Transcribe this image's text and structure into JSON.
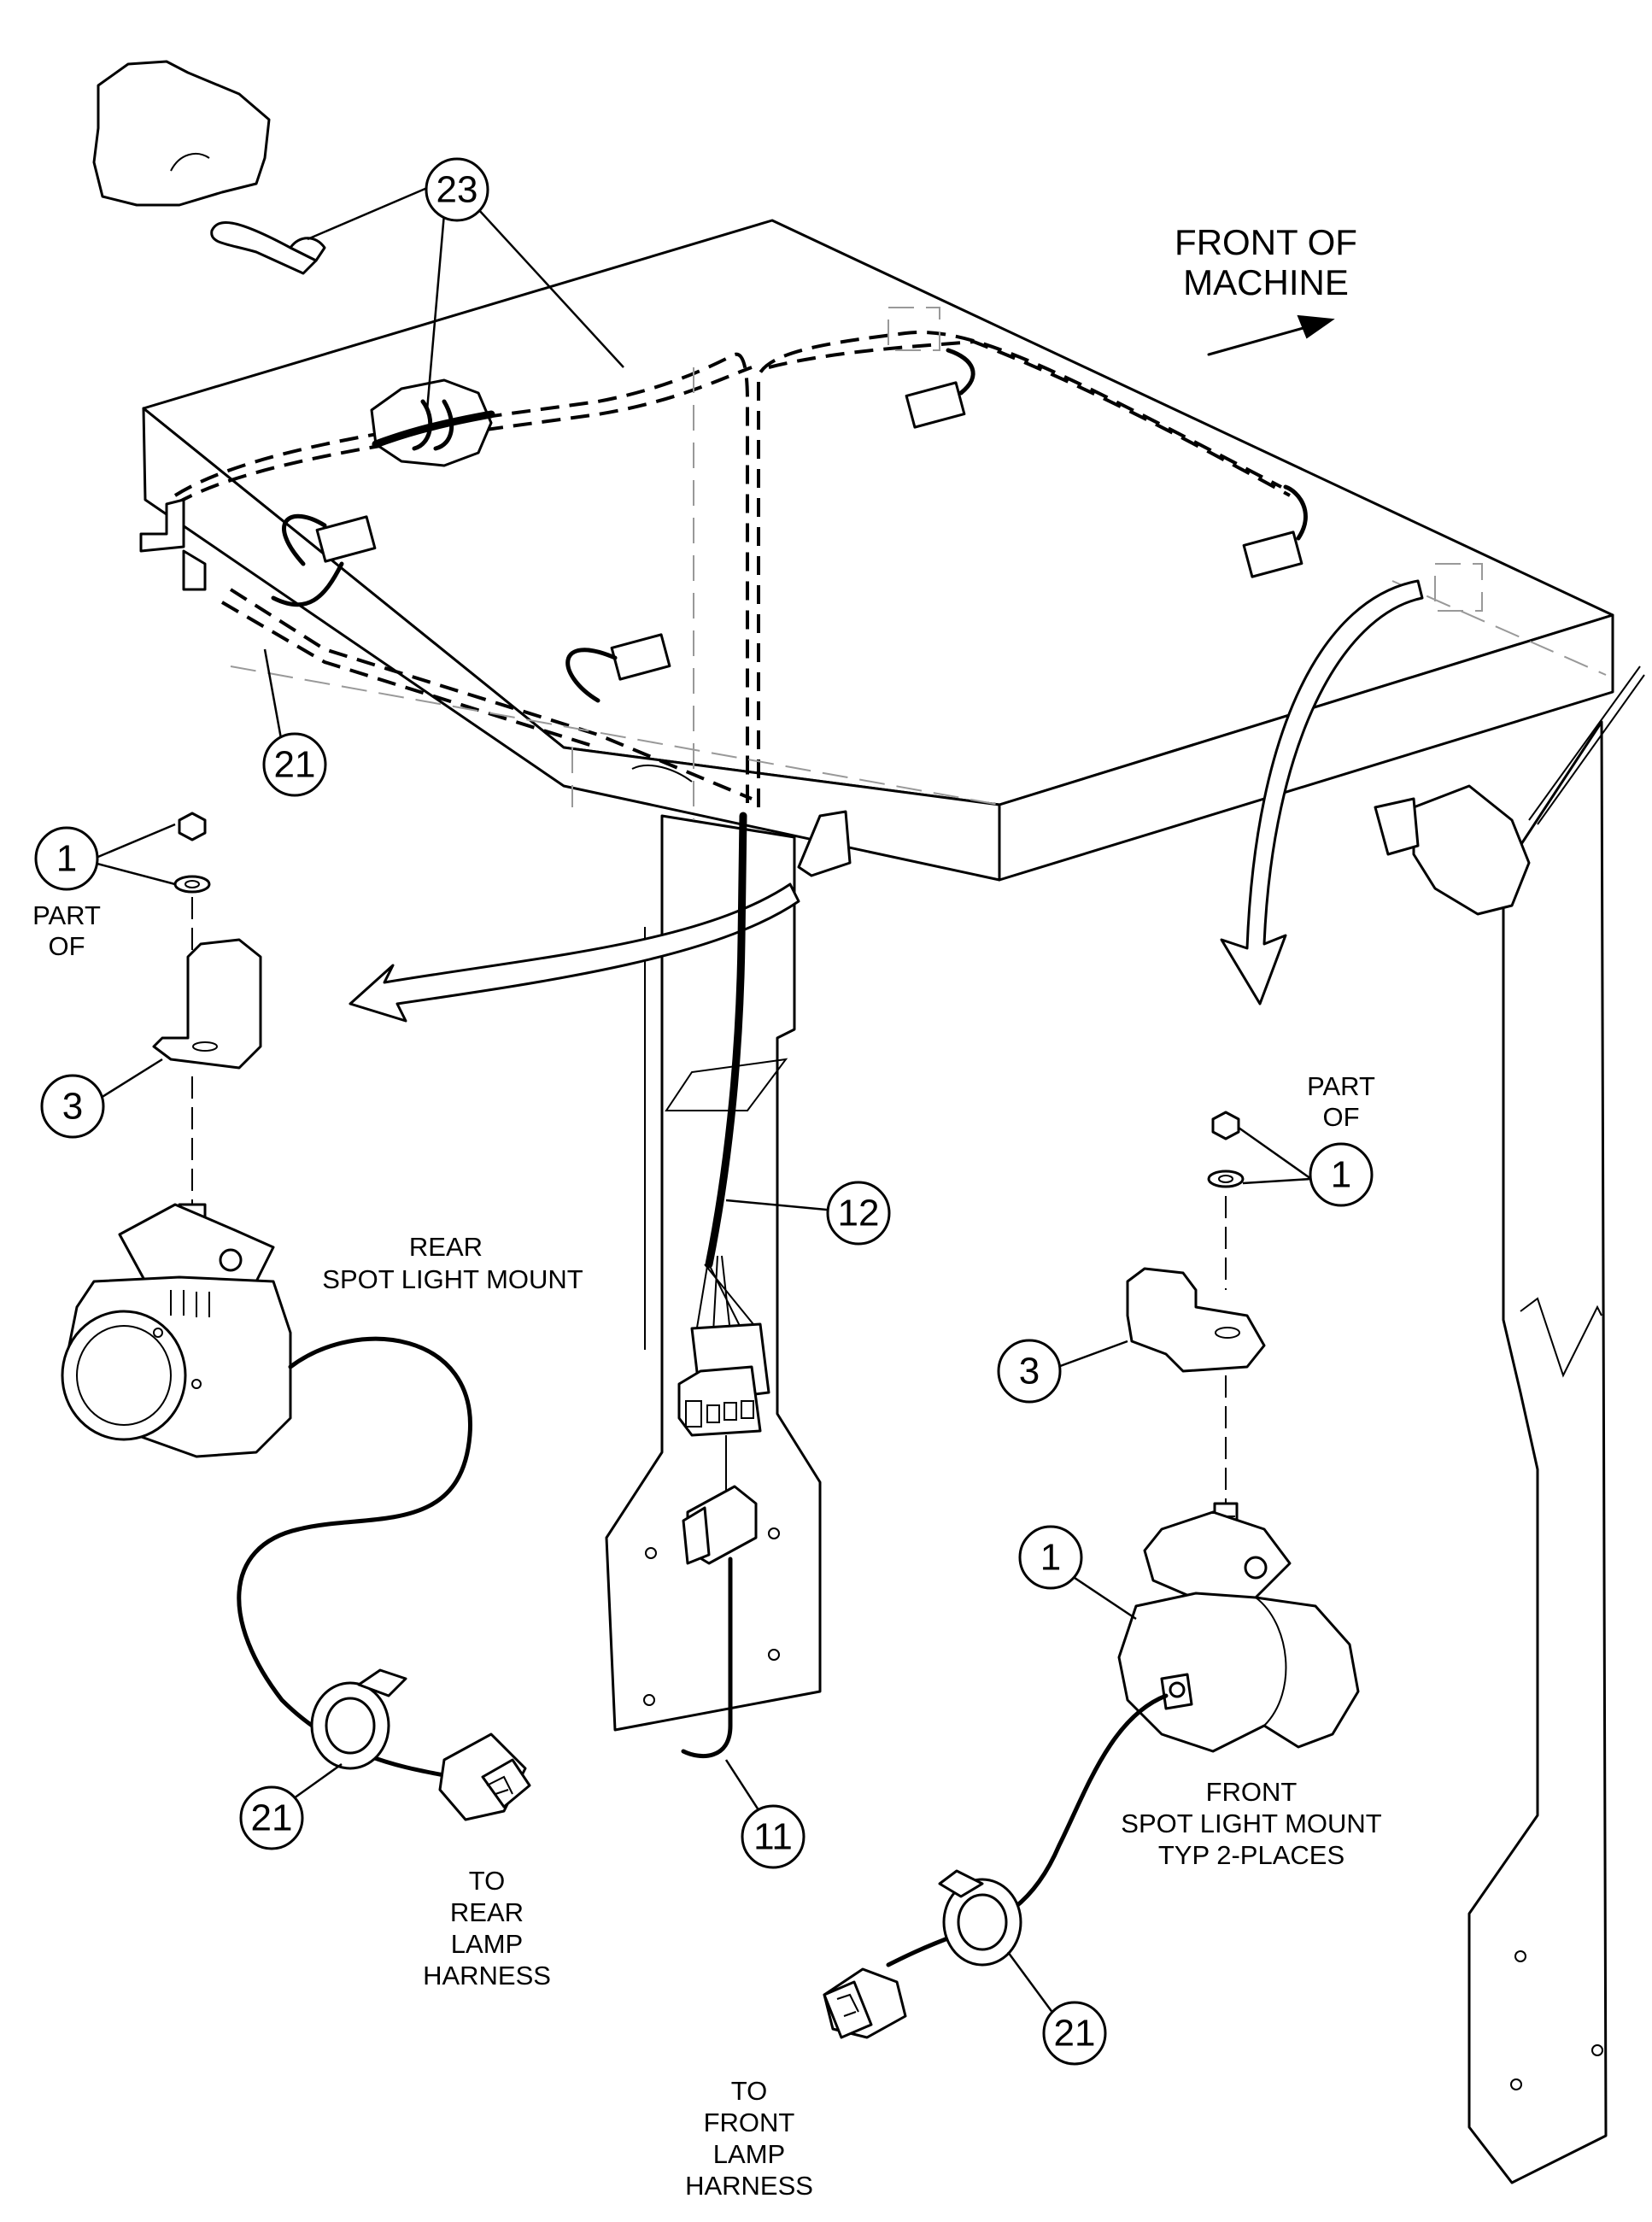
{
  "labels": {
    "front_of_machine": [
      "FRONT OF",
      "MACHINE"
    ],
    "rear_mount": [
      "REAR",
      "SPOT LIGHT MOUNT"
    ],
    "front_mount": [
      "FRONT",
      "SPOT LIGHT MOUNT",
      "TYP 2-PLACES"
    ],
    "part_of_left": [
      "PART",
      "OF"
    ],
    "part_of_right": [
      "PART",
      "OF"
    ],
    "to_rear_lamp": [
      "TO",
      "REAR",
      "LAMP",
      "HARNESS"
    ],
    "to_front_lamp": [
      "TO",
      "FRONT",
      "LAMP",
      "HARNESS"
    ]
  },
  "callouts": {
    "c23": "23",
    "c21_top": "21",
    "c1_left": "1",
    "c3_left": "3",
    "c12": "12",
    "c1_right_top": "1",
    "c3_right": "3",
    "c1_right": "1",
    "c21_left": "21",
    "c11": "11",
    "c21_right": "21"
  }
}
